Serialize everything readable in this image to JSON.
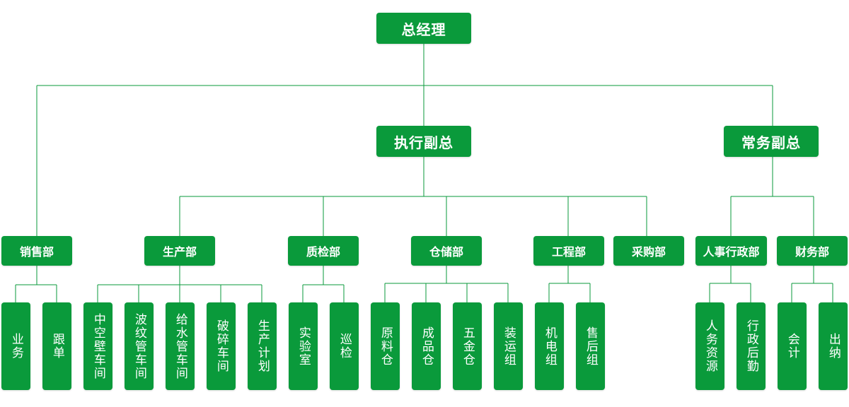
{
  "colors": {
    "node_fill": "#0a9a3b",
    "line": "#0a9a3b",
    "text": "#ffffff"
  },
  "org": {
    "gm": "总经理",
    "exec_vp": "执行副总",
    "ops_vp": "常务副总",
    "sales": {
      "label": "销售部",
      "teams": [
        "业务",
        "跟单"
      ]
    },
    "production": {
      "label": "生产部",
      "teams": [
        "中空壁车间",
        "波纹管车间",
        "给水管车间",
        "破碎车间",
        "生产计划"
      ]
    },
    "quality": {
      "label": "质检部",
      "teams": [
        "实验室",
        "巡检"
      ]
    },
    "warehouse": {
      "label": "仓储部",
      "teams": [
        "原料仓",
        "成品仓",
        "五金仓",
        "装运组"
      ]
    },
    "engineering": {
      "label": "工程部",
      "teams": [
        "机电组",
        "售后组"
      ]
    },
    "purchasing": {
      "label": "采购部"
    },
    "hr_admin": {
      "label": "人事行政部",
      "teams": [
        "人务资源",
        "行政后勤"
      ]
    },
    "finance": {
      "label": "财务部",
      "teams": [
        "会计",
        "出纳"
      ]
    }
  }
}
